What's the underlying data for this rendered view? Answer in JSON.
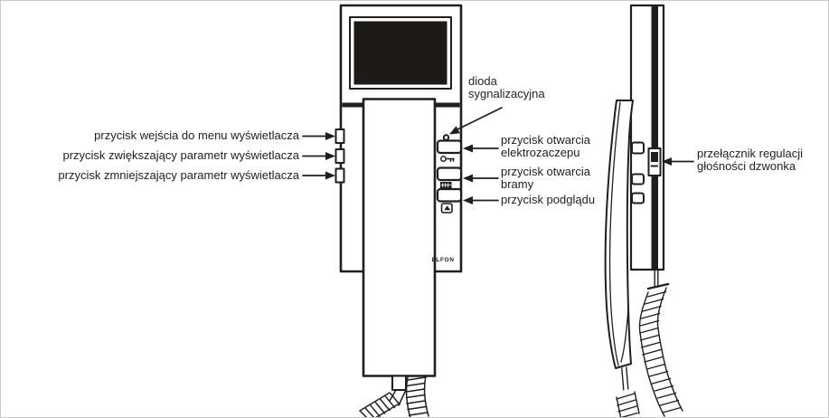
{
  "labels": {
    "menu_button": "przycisk wejścia do menu wyświetlacza",
    "increase_button": "przycisk zwiększający parametr wyświetlacza",
    "decrease_button": "przycisk zmniejszający parametr wyświetlacza",
    "led_line1": "dioda",
    "led_line2": "sygnalizacyjna",
    "strike_line1": "przycisk otwarcia",
    "strike_line2": "elektrozaczepu",
    "gate_line1": "przycisk otwarcia",
    "gate_line2": "bramy",
    "preview_button": "przycisk podglądu",
    "volume_line1": "przełącznik regulacji",
    "volume_line2": "głośności dzwonka"
  },
  "device": {
    "brand": "ELFON"
  },
  "colors": {
    "line": "#1f1f1f",
    "screen_fill": "#1d1a17",
    "background": "#ffffff"
  }
}
